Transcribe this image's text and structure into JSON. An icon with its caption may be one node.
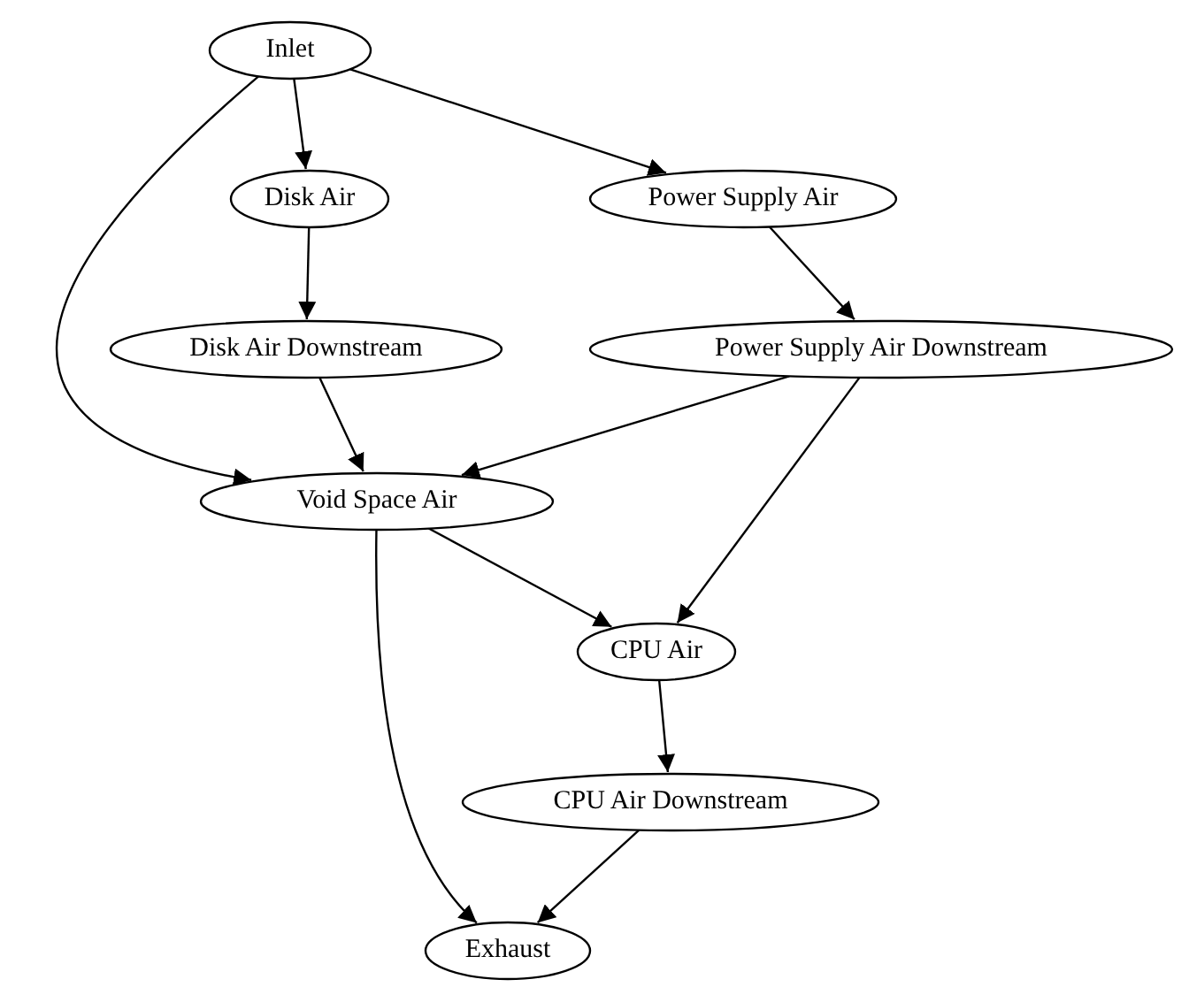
{
  "diagram": {
    "nodes": [
      {
        "text": [
          "Inlet"
        ]
      },
      {
        "text": [
          "Disk Air"
        ]
      },
      {
        "text": [
          "Power Supply Air"
        ]
      },
      {
        "text": [
          "Disk Air Downstream"
        ]
      },
      {
        "text": [
          "Power Supply Air Downstream"
        ]
      },
      {
        "text": [
          "Void Space Air"
        ]
      },
      {
        "text": [
          "CPU Air"
        ]
      },
      {
        "text": [
          "CPU Air Downstream"
        ]
      },
      {
        "text": [
          "Exhaust"
        ]
      }
    ],
    "edges": [
      {
        "from": 0,
        "to": 1,
        "arrow": "to"
      },
      {
        "from": 0,
        "to": 2,
        "arrow": "to"
      },
      {
        "from": 0,
        "to": 5,
        "arrow": "to"
      },
      {
        "from": 1,
        "to": 3,
        "arrow": "to"
      },
      {
        "from": 2,
        "to": 4,
        "arrow": "to"
      },
      {
        "from": 3,
        "to": 5,
        "arrow": "to"
      },
      {
        "from": 4,
        "to": 5,
        "arrow": "to"
      },
      {
        "from": 4,
        "to": 6,
        "arrow": "to"
      },
      {
        "from": 5,
        "to": 6,
        "arrow": "to"
      },
      {
        "from": 5,
        "to": 8,
        "arrow": "to"
      },
      {
        "from": 6,
        "to": 7,
        "arrow": "to"
      },
      {
        "from": 7,
        "to": 8,
        "arrow": "to"
      }
    ]
  }
}
